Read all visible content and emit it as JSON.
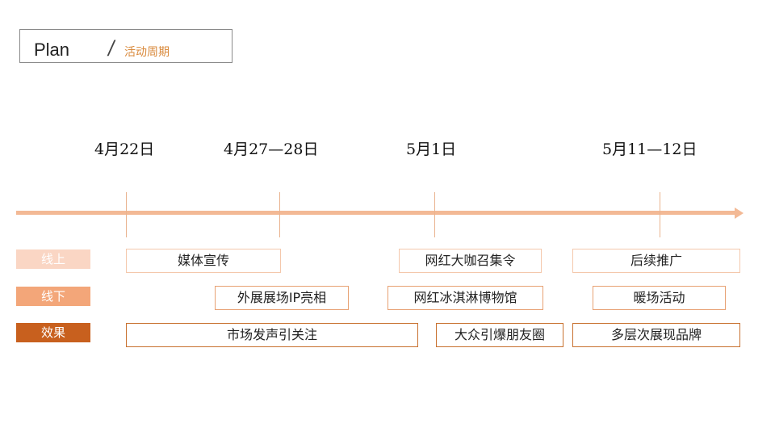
{
  "header": {
    "title": "Plan",
    "divider": "/",
    "subtitle": "活动周期"
  },
  "timeline": {
    "dates": [
      "4月22日",
      "4月27—28日",
      "5月1日",
      "5月11—12日"
    ]
  },
  "rows": {
    "online": {
      "label": "线上",
      "items": [
        "媒体宣传",
        "网红大咖召集令",
        "后续推广"
      ]
    },
    "offline": {
      "label": "线下",
      "items": [
        "外展展场IP亮相",
        "网红冰淇淋博物馆",
        "暖场活动"
      ]
    },
    "effect": {
      "label": "效果",
      "items": [
        "市场发声引关注",
        "大众引爆朋友圈",
        "多层次展现品牌"
      ]
    }
  },
  "colors": {
    "axis": "#f3b995",
    "online_label": "#fad6c4",
    "offline_label": "#f3a679",
    "effect_label": "#c8601e",
    "subtitle": "#d9893b"
  }
}
